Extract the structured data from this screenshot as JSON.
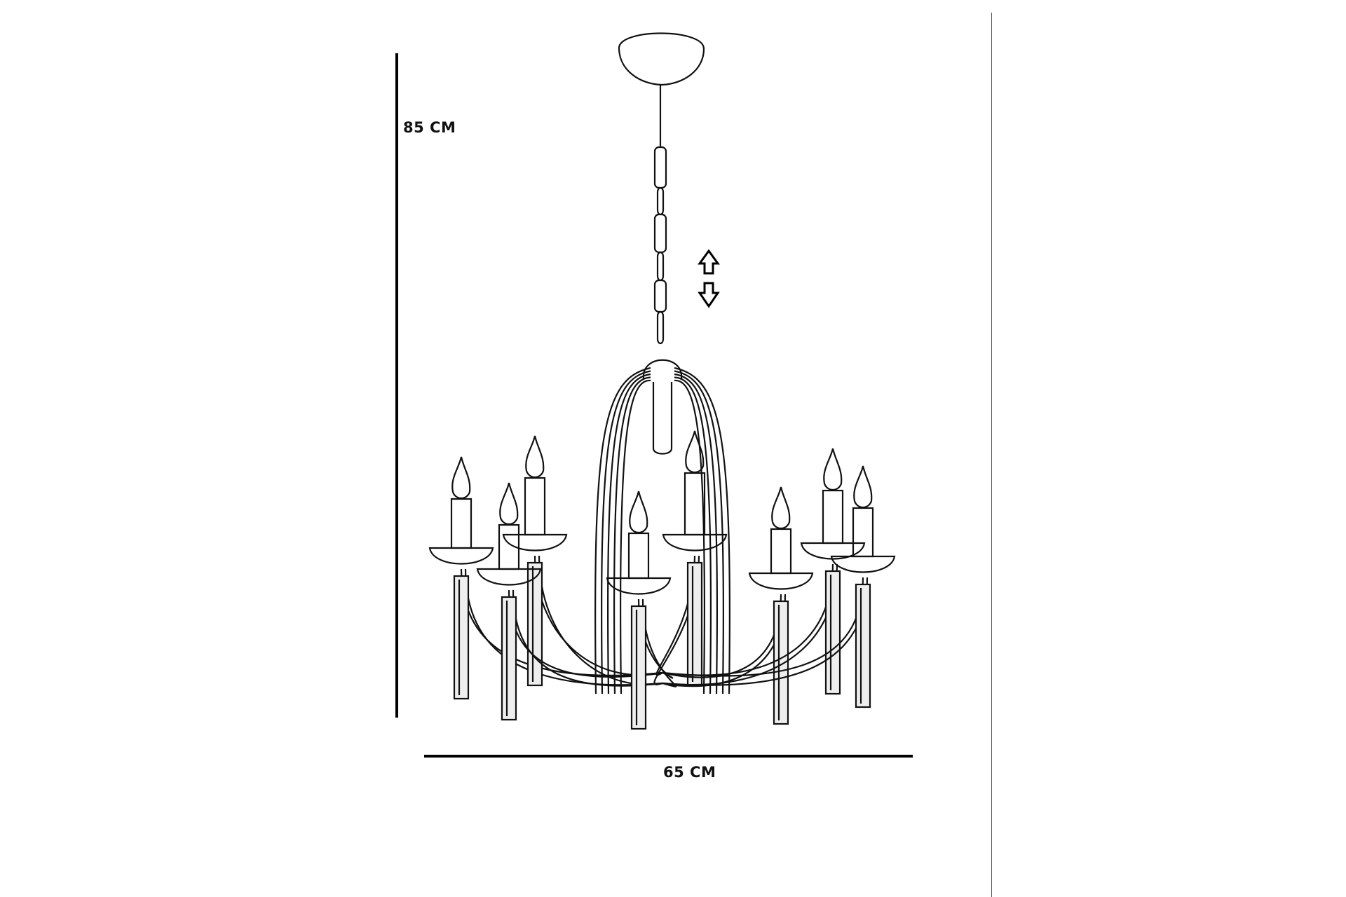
{
  "dimensions": {
    "height_label": "85 CM",
    "width_label": "65 CM"
  },
  "product": {
    "arms_count": 8
  },
  "icons": [
    "adjustable-height-arrows-icon",
    "chandelier-drawing"
  ]
}
